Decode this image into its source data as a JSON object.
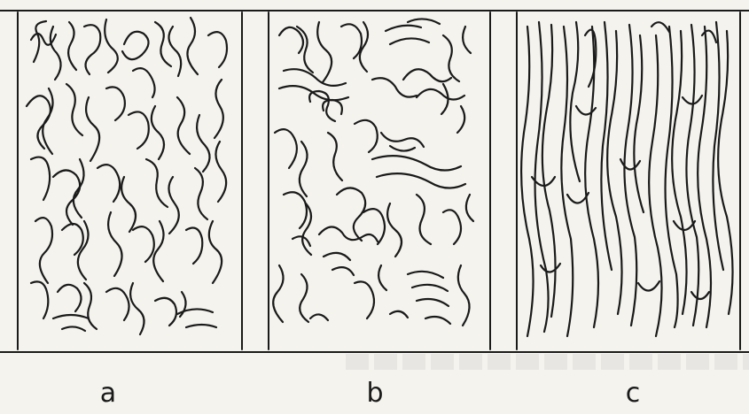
{
  "panels": [
    {
      "id": "a",
      "label": "a"
    },
    {
      "id": "b",
      "label": "b"
    },
    {
      "id": "c",
      "label": "c"
    }
  ],
  "colors": {
    "ink": "#1a1a1a",
    "paper": "#f4f3ee"
  }
}
